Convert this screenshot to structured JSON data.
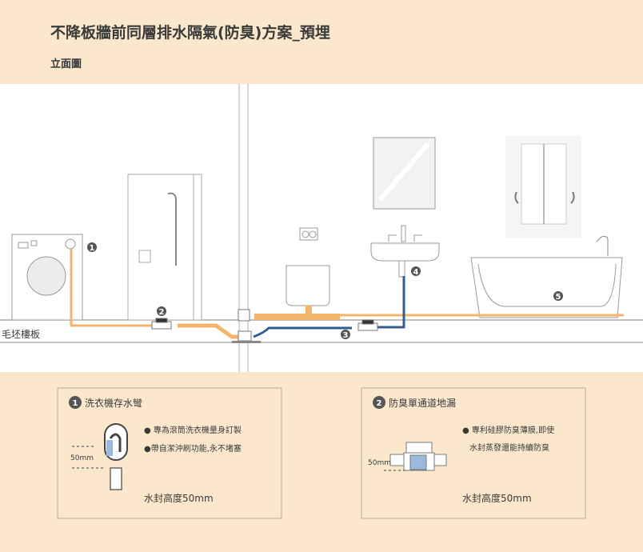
{
  "header": {
    "title": "不降板牆前同層排水隔氣(防臭)方案_預埋",
    "subtitle": "立面圖"
  },
  "diagram": {
    "floor_label": "毛坯樓板",
    "markers": [
      "1",
      "2",
      "3",
      "4",
      "5"
    ]
  },
  "colors": {
    "header_bg": "#fbe8cc",
    "panel_bg": "#fbe8cc",
    "drain_pipe": "#f3b46c",
    "blue_pipe": "#2e5e92",
    "badge": "#555555"
  },
  "panels": [
    {
      "number": "1",
      "title": "洗衣機存水彎",
      "bullets": [
        "專為滾筒洗衣機量身訂製",
        "帶自潔沖刷功能,永不堵塞"
      ],
      "dimension": "50mm",
      "seal": "水封高度50mm"
    },
    {
      "number": "2",
      "title": "防臭單通道地漏",
      "bullets": [
        "專利硅膠防臭薄膜,即使",
        "水封蒸發還能持續防臭"
      ],
      "dimension": "50mm",
      "seal": "水封高度50mm"
    }
  ]
}
